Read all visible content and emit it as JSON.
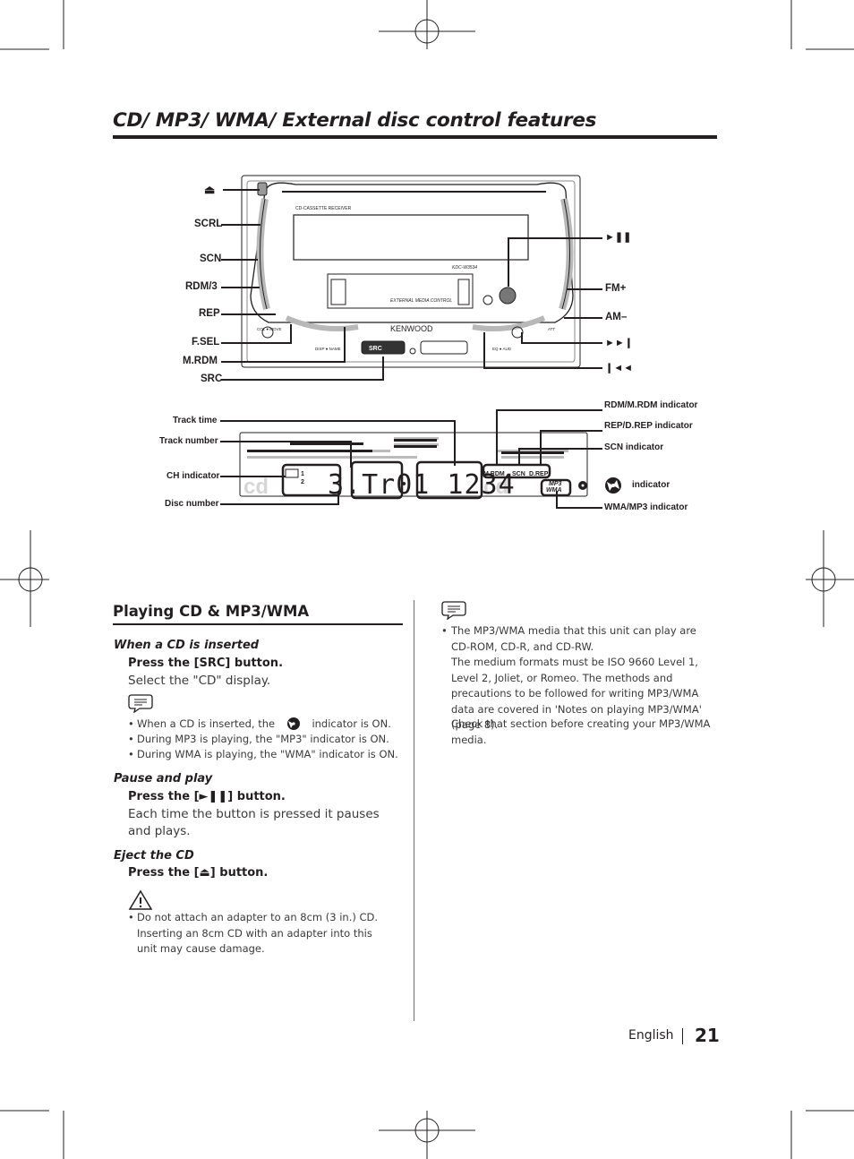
{
  "title": "CD/ MP3/ WMA/ External disc control features",
  "unit_figure": {
    "left_labels": [
      "SCRL",
      "SCN",
      "RDM/3",
      "REP",
      "F.SEL",
      "M.RDM",
      "SRC"
    ],
    "right_labels": [
      "FM+",
      "AM–"
    ],
    "eject_symbol": "⏏",
    "play_pause_symbol": "►❚❚",
    "next_symbol": "►►❙",
    "prev_symbol": "❙◄◄",
    "brand": "KENWOOD",
    "panel_text": {
      "receiver": "CD-CASSETTE RECEIVER",
      "ext": "EXTERNAL MEDIA CONTROL",
      "model": "KDC-W3534",
      "src_button": "SRC",
      "col_move": "COL ● MOVE",
      "disp_name": "DISP ● NAME",
      "eq_aud": "EQ ● AUD",
      "att": "ATT"
    }
  },
  "display_figure": {
    "left_labels": [
      "Track time",
      "Track number",
      "CH indicator",
      "Disc number"
    ],
    "right_labels": [
      "RDM/M.RDM indicator",
      "REP/D.REP indicator",
      "SCN indicator",
      "indicator",
      "WMA/MP3 indicator"
    ],
    "segment_text": "3.Tr01 1234",
    "lcd_small": [
      "M.RDM",
      "SCN",
      "D.REP",
      "MP3",
      "WMA"
    ],
    "ch_digits": [
      "1",
      "2"
    ]
  },
  "section": {
    "heading": "Playing CD & MP3/WMA",
    "when_inserted": {
      "subheading": "When a CD is inserted",
      "step": "Press the [SRC] button.",
      "desc": "Select the \"CD\" display.",
      "notes": [
        {
          "before": "When a CD is inserted, the",
          "after": "indicator is ON."
        },
        "During MP3 is playing, the \"MP3\" indicator is ON.",
        "During WMA is playing, the \"WMA\" indicator is ON."
      ]
    },
    "pause_play": {
      "subheading": "Pause and play",
      "step": "Press the [►❚❚] button.",
      "desc": "Each time the button is pressed it pauses and plays."
    },
    "eject": {
      "subheading": "Eject the CD",
      "step": "Press the [⏏] button.",
      "caution": "Do not attach an adapter to an 8cm (3 in.) CD. Inserting an  8cm CD with an adapter into this unit may cause damage."
    }
  },
  "right_note": {
    "bullet": "•",
    "line1": "The MP3/WMA media that this unit can play are CD-ROM, CD-R, and CD-RW.",
    "line2": "The medium formats must be ISO 9660 Level 1, Level 2, Joliet, or Romeo. The methods and precautions to be followed for writing MP3/WMA data are covered in 'Notes on playing MP3/WMA' (page 8).",
    "line3": "Check that section before creating your MP3/WMA media."
  },
  "footer": {
    "language": "English",
    "page": "21"
  }
}
